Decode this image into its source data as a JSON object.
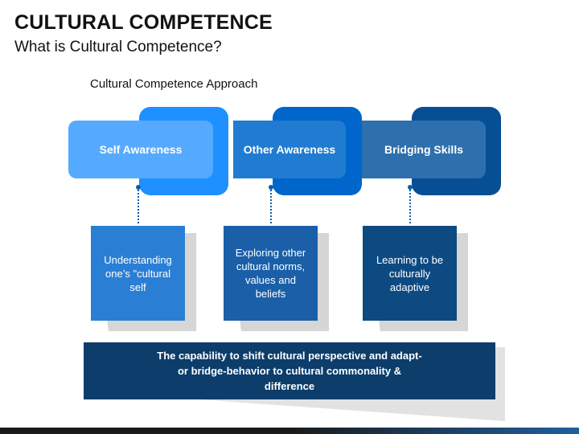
{
  "header": {
    "title": "CULTURAL COMPETENCE",
    "subtitle": "What is Cultural Competence?"
  },
  "diagram": {
    "label": "Cultural Competence Approach",
    "stages": [
      {
        "title": "Self Awareness",
        "description": "Understanding one’s \"cultural self",
        "color": "#4da6ff",
        "accent": "#1e90ff",
        "card_color": "#2a7fd4"
      },
      {
        "title": "Other Awareness",
        "description": "Exploring other cultural norms, values and beliefs",
        "color": "#1f7cd1",
        "accent": "#0066cc",
        "card_color": "#1a5fa8"
      },
      {
        "title": "Bridging Skills",
        "description": "Learning to be culturally adaptive",
        "color": "#2a6fb0",
        "accent": "#064f94",
        "card_color": "#0e4a82"
      }
    ],
    "summary": "The capability to shift cultural perspective and adapt-or bridge-behavior to cultural commonality & difference"
  }
}
